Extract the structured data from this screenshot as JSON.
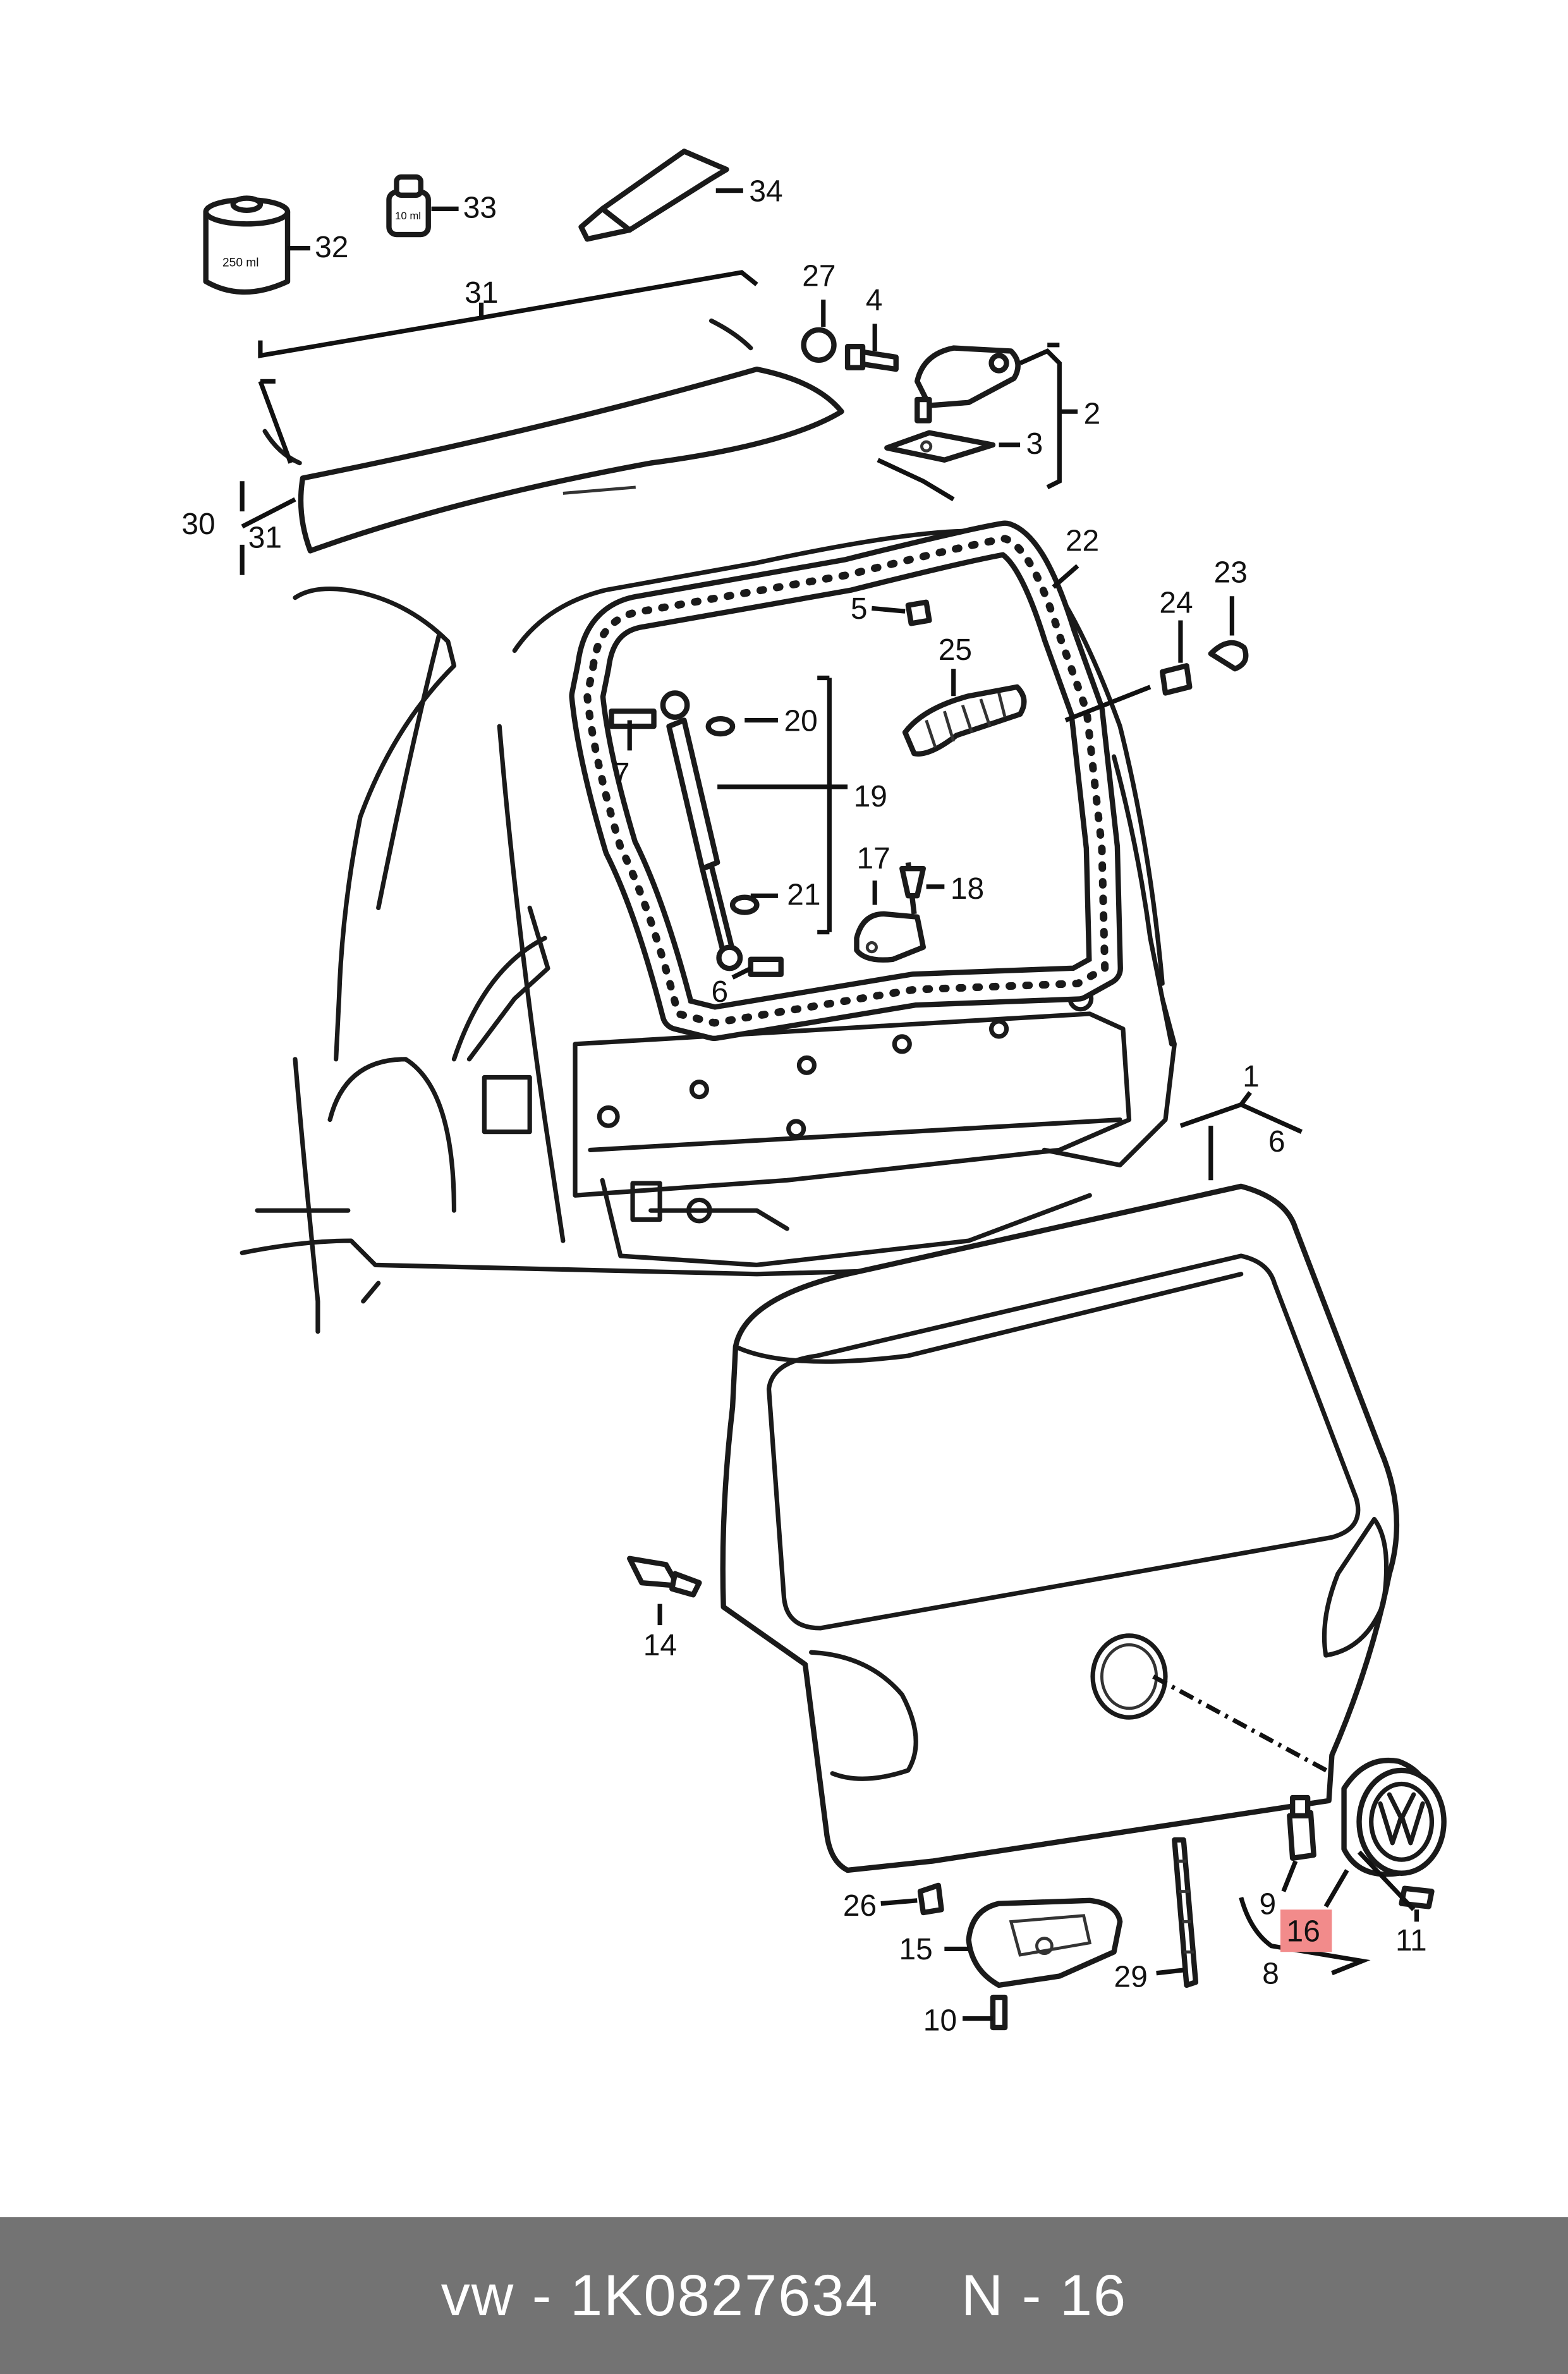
{
  "callouts": {
    "c1": "1",
    "c2": "2",
    "c3": "3",
    "c4": "4",
    "c5": "5",
    "c6": "6",
    "c6b": "6",
    "c7": "7",
    "c8": "8",
    "c9": "9",
    "c10": "10",
    "c11": "11",
    "c14": "14",
    "c15": "15",
    "c16": "16",
    "c17": "17",
    "c18": "18",
    "c19": "19",
    "c20": "20",
    "c21": "21",
    "c22": "22",
    "c23": "23",
    "c24": "24",
    "c25": "25",
    "c26": "26",
    "c27": "27",
    "c29": "29",
    "c30": "30",
    "c31a": "31",
    "c31b": "31",
    "c32": "32",
    "c33": "33",
    "c34": "34"
  },
  "labels": {
    "can_250": "250 ml",
    "bottle_10": "10 ml"
  },
  "highlight": {
    "part": "16",
    "color": "#f28b8b"
  },
  "footer": {
    "brand": "vw",
    "part_number": "1K0827634",
    "position": "N - 16"
  },
  "colors": {
    "footer_bg": "#737373",
    "footer_text": "#ffffff"
  }
}
